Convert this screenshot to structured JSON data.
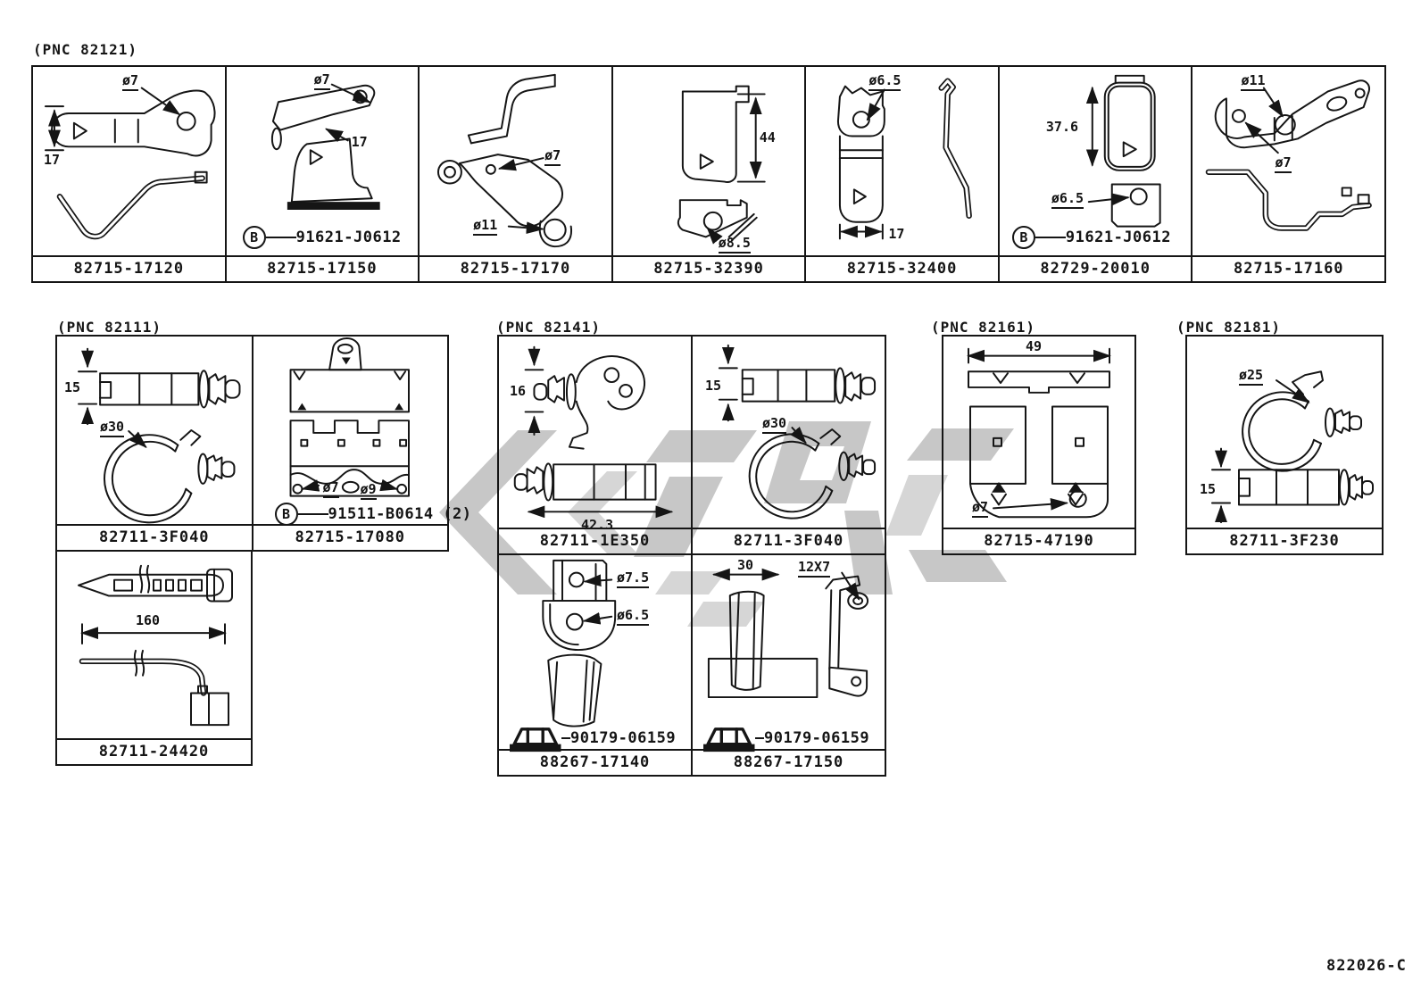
{
  "page": {
    "doc_number": "822026-C"
  },
  "colors": {
    "line": "#151515",
    "watermark": "#c7c7c7",
    "watermark_light": "#d6d6d6"
  },
  "sections": [
    {
      "pnc": "(PNC 82121)",
      "cells": [
        {
          "pn": "82715-17120",
          "dims": [
            "ø7",
            "17"
          ]
        },
        {
          "pn": "82715-17150",
          "dims": [
            "ø7",
            "17"
          ],
          "hw_badge": "B",
          "hw_part": "91621-J0612"
        },
        {
          "pn": "82715-17170",
          "dims": [
            "ø7",
            "ø11"
          ]
        },
        {
          "pn": "82715-32390",
          "dims": [
            "44",
            "ø8.5"
          ]
        },
        {
          "pn": "82715-32400",
          "dims": [
            "ø6.5",
            "17"
          ]
        },
        {
          "pn": "82729-20010",
          "dims": [
            "37.6",
            "ø6.5"
          ],
          "hw_badge": "B",
          "hw_part": "91621-J0612"
        },
        {
          "pn": "82715-17160",
          "dims": [
            "ø11",
            "ø7"
          ]
        }
      ]
    },
    {
      "pnc": "(PNC 82111)",
      "cells": [
        {
          "pn": "82711-3F040",
          "dims": [
            "15",
            "ø30"
          ]
        },
        {
          "pn": "82715-17080",
          "dims": [
            "ø7",
            "ø9"
          ],
          "hw_badge": "B",
          "hw_part": "91511-B0614 (2)"
        },
        {
          "pn": "82711-24420",
          "dims": [
            "160"
          ]
        }
      ]
    },
    {
      "pnc": "(PNC 82141)",
      "cells": [
        {
          "pn": "82711-1E350",
          "dims": [
            "16",
            "42.3"
          ]
        },
        {
          "pn": "82711-3F040",
          "dims": [
            "15",
            "ø30"
          ]
        },
        {
          "pn": "88267-17140",
          "dims": [
            "ø7.5",
            "ø6.5"
          ],
          "fastener": "90179-06159"
        },
        {
          "pn": "88267-17150",
          "dims": [
            "30",
            "12X7"
          ],
          "fastener": "90179-06159"
        }
      ]
    },
    {
      "pnc": "(PNC 82161)",
      "cells": [
        {
          "pn": "82715-47190",
          "dims": [
            "49",
            "ø7"
          ]
        }
      ]
    },
    {
      "pnc": "(PNC 82181)",
      "cells": [
        {
          "pn": "82711-3F230",
          "dims": [
            "ø25",
            "15"
          ]
        }
      ]
    }
  ]
}
